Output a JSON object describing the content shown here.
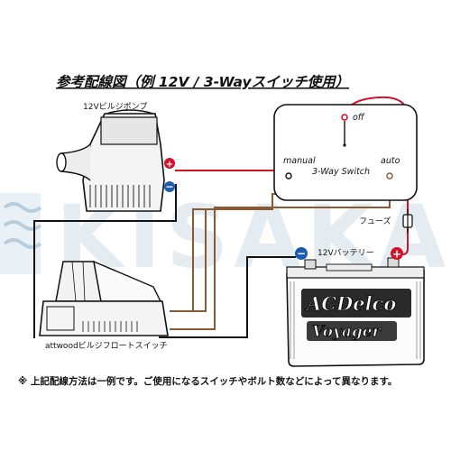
{
  "title": "参考配線図（例 12V / 3-Wayスイッチ使用）",
  "labels": {
    "pump": "12Vビルジポンプ",
    "float_switch": "attwoodビルジフロートスイッチ",
    "battery": "12Vバッテリー",
    "fuse": "フューズ",
    "switch_name": "3-Way Switch",
    "switch_off": "off",
    "switch_manual": "manual",
    "switch_auto": "auto"
  },
  "battery_brand": {
    "line1": "ACDelco",
    "line2": "Voyager"
  },
  "watermark": "KISAKA",
  "note": "※ 上記配線方法は一例です。ご使用になるスイッチやボルト数などによって異なります。",
  "colors": {
    "positive": "#d0132b",
    "negative": "#1e5bb0",
    "wire_brown": "#8a5a35",
    "wire_black": "#111111"
  }
}
